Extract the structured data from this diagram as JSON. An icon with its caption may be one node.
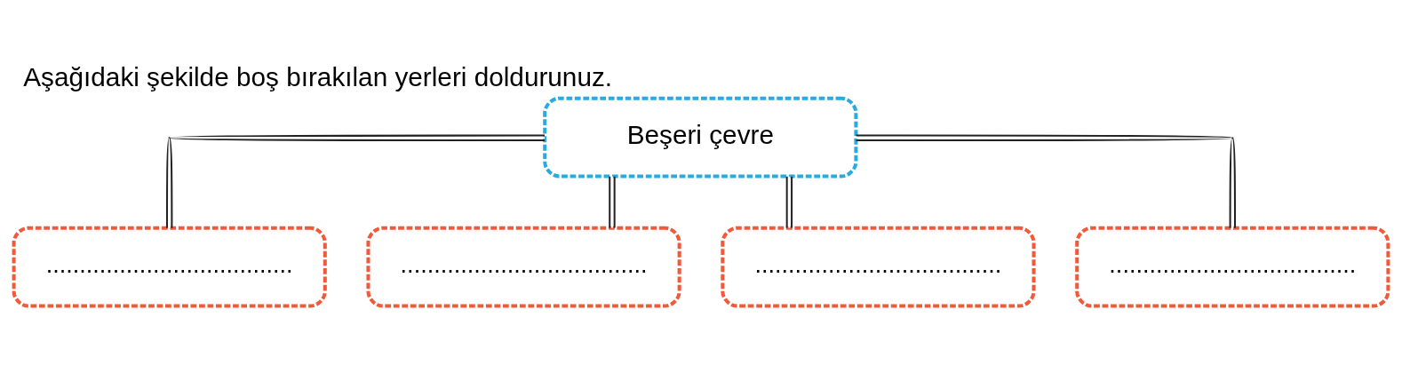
{
  "diagram": {
    "title": "Aşağıdaki şekilde boş bırakılan yerleri doldurunuz.",
    "nodes": [
      {
        "text": [
          "Beşeri çevre"
        ]
      },
      {
        "text": [
          "....................................."
        ]
      },
      {
        "text": [
          "....................................."
        ]
      },
      {
        "text": [
          "....................................."
        ]
      },
      {
        "text": [
          "....................................."
        ]
      }
    ],
    "edges": [
      {
        "from": 0,
        "to": 1,
        "arrow": "none"
      },
      {
        "from": 0,
        "to": 2,
        "arrow": "none"
      },
      {
        "from": 0,
        "to": 3,
        "arrow": "none"
      },
      {
        "from": 0,
        "to": 4,
        "arrow": "none"
      }
    ]
  }
}
